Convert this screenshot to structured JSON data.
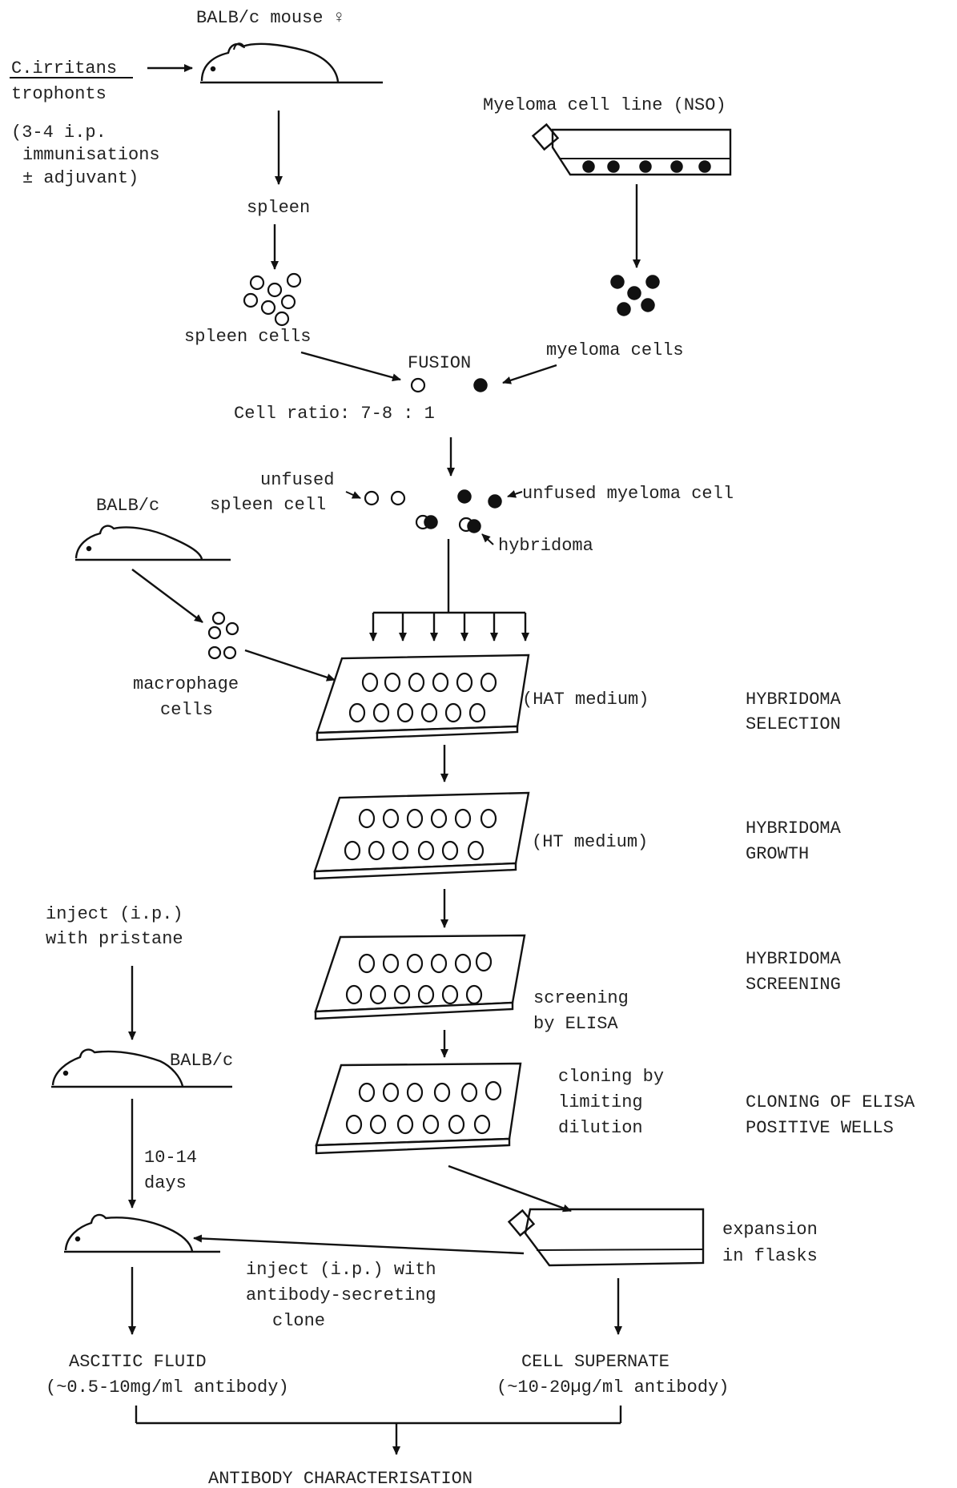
{
  "labels": {
    "balb_mouse": "BALB/c mouse ♀",
    "c_irritans": "C.irritans",
    "trophonts": "trophonts",
    "immun_1": "(3-4 i.p.",
    "immun_2": "immunisations",
    "immun_3": "± adjuvant)",
    "myeloma_line": "Myeloma cell line (NSO)",
    "spleen": "spleen",
    "spleen_cells": "spleen cells",
    "fusion": "FUSION",
    "myeloma_cells": "myeloma cells",
    "cell_ratio": "Cell ratio:  7-8 : 1",
    "unfused_1": "unfused",
    "unfused_2": "spleen cell",
    "unfused_myeloma": "unfused myeloma cell",
    "hybridoma": "hybridoma",
    "balb_c_macro": "BALB/c",
    "macrophage_1": "macrophage",
    "macrophage_2": "cells",
    "hat_medium": "(HAT medium)",
    "sel_1": "HYBRIDOMA",
    "sel_2": "SELECTION",
    "ht_medium": "(HT medium)",
    "growth_1": "HYBRIDOMA",
    "growth_2": "GROWTH",
    "inject_1": "inject (i.p.)",
    "inject_2": "with pristane",
    "screen_title_1": "HYBRIDOMA",
    "screen_title_2": "SCREENING",
    "screening_1": "screening",
    "screening_2": "by ELISA",
    "balb_c_pristane": "BALB/c",
    "cloning_1": "cloning by",
    "cloning_2": "limiting",
    "cloning_3": "dilution",
    "cloning_title_1": "CLONING OF ELISA",
    "cloning_title_2": "POSITIVE WELLS",
    "days_1": "10-14",
    "days_2": "days",
    "expansion_1": "expansion",
    "expansion_2": "in flasks",
    "inject_clone_1": "inject (i.p.) with",
    "inject_clone_2": "antibody-secreting",
    "inject_clone_3": "clone",
    "ascitic_1": "ASCITIC FLUID",
    "ascitic_2": "(~0.5-10mg/ml antibody)",
    "supernate_1": "CELL SUPERNATE",
    "supernate_2": "(~10-20µg/ml antibody)",
    "characterisation": "ANTIBODY CHARACTERISATION"
  }
}
